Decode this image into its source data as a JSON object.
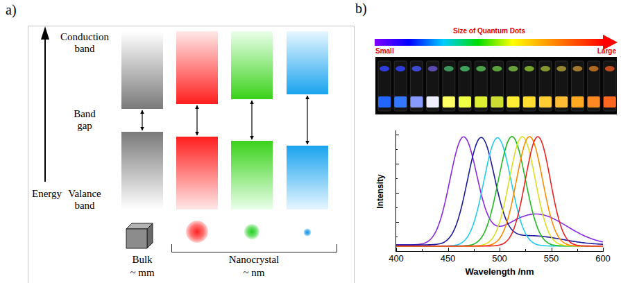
{
  "diagram": {
    "labels": [
      "a)",
      "b)",
      "Conduction band",
      "Band gap",
      "Valance band",
      "Energy",
      "Bulk",
      "~ mm",
      "Nanocrystal",
      "~ nm",
      "Size of Quantum Dots",
      "Small",
      "Large",
      "Intensity",
      "400",
      "450",
      "500",
      "550",
      "600",
      "Wavelength /nm"
    ]
  }
}
